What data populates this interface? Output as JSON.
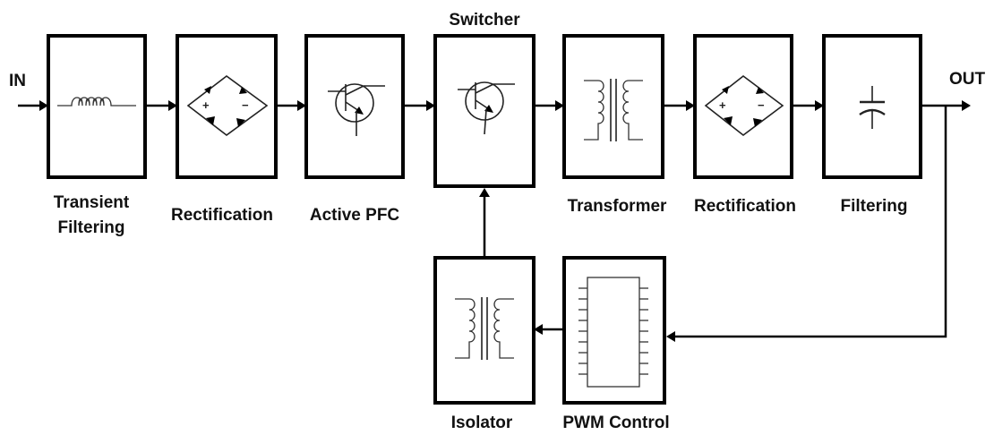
{
  "io": {
    "input_label": "IN",
    "output_label": "OUT"
  },
  "blocks": {
    "transient_filtering": {
      "label_line1": "Transient",
      "label_line2": "Filtering",
      "icon": "inductor-icon"
    },
    "rectification_1": {
      "label": "Rectification",
      "icon": "bridge-rectifier-icon"
    },
    "active_pfc": {
      "label": "Active PFC",
      "icon": "transistor-icon"
    },
    "switcher": {
      "label": "Switcher",
      "icon": "transistor-icon"
    },
    "transformer": {
      "label": "Transformer",
      "icon": "transformer-icon"
    },
    "rectification_2": {
      "label": "Rectification",
      "icon": "bridge-rectifier-icon"
    },
    "filtering": {
      "label": "Filtering",
      "icon": "capacitor-icon"
    },
    "isolator": {
      "label": "Isolator",
      "icon": "transformer-icon"
    },
    "pwm_control": {
      "label": "PWM Control",
      "icon": "ic-chip-icon"
    }
  },
  "colors": {
    "stroke": "#000000",
    "background": "#ffffff"
  }
}
